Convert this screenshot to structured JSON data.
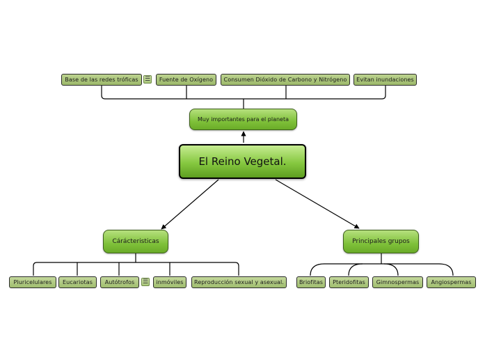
{
  "root": {
    "label": "El Reino Vegetal."
  },
  "importance": {
    "label": "Muy importantes para el planeta",
    "items": [
      "Base de las redes tróficas",
      "Fuente de Oxígeno",
      "Consumen Dióxido de Carbono y Nitrógeno",
      "Evitan inundaciones"
    ]
  },
  "characteristics": {
    "label": "Cárácteristicas",
    "items": [
      "Pluricelulares",
      "Eucariotas",
      "Autótrofos",
      "inmóviles",
      "Reproducción sexual y asexual."
    ]
  },
  "groups": {
    "label": "Principales grupos",
    "items": [
      "Briofitas",
      "Pteridofitas",
      "Gimnospermas",
      "Angiospermas"
    ]
  },
  "note_icon_glyph": "☰",
  "colors": {
    "leaf_fill": "#b1cb83",
    "mid_fill": "#86c840",
    "line": "#000000"
  }
}
